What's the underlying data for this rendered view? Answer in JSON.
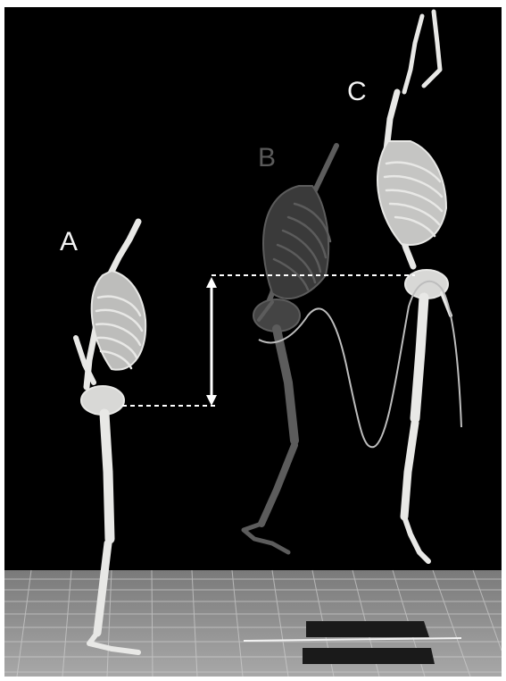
{
  "figure": {
    "labels": {
      "a": "A",
      "b": "B",
      "c": "C"
    },
    "colors": {
      "background": "#000000",
      "bone": "#e8e8e6",
      "ghost_bone": "#5c5c5c",
      "grid_floor": "#9b9b9b",
      "trajectory": "#bdbdbd",
      "force_plate": "#1a1a1a",
      "arrow": "#ffffff"
    }
  }
}
